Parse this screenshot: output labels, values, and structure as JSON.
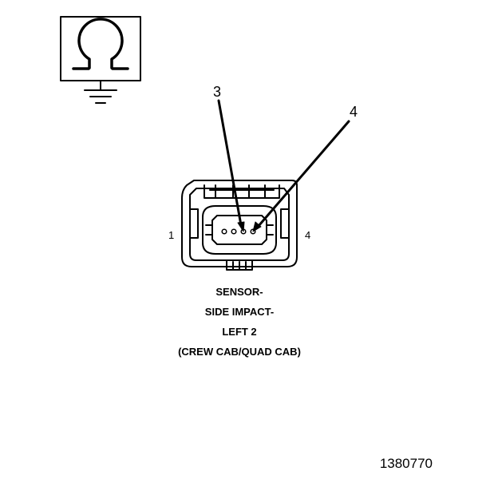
{
  "symbol": {
    "icon": "ohmmeter-ground-icon",
    "meaning": "resistance-to-ground"
  },
  "connector": {
    "pin_labels": {
      "left": "1",
      "right": "4"
    },
    "callouts": [
      "3",
      "4"
    ],
    "visible_cavities": 4
  },
  "caption": {
    "line1": "SENSOR-",
    "line2": "SIDE IMPACT-",
    "line3": "LEFT 2",
    "line4": "(CREW CAB/QUAD CAB)"
  },
  "figure_id": "1380770",
  "colors": {
    "ink": "#000000",
    "background": "#ffffff"
  }
}
